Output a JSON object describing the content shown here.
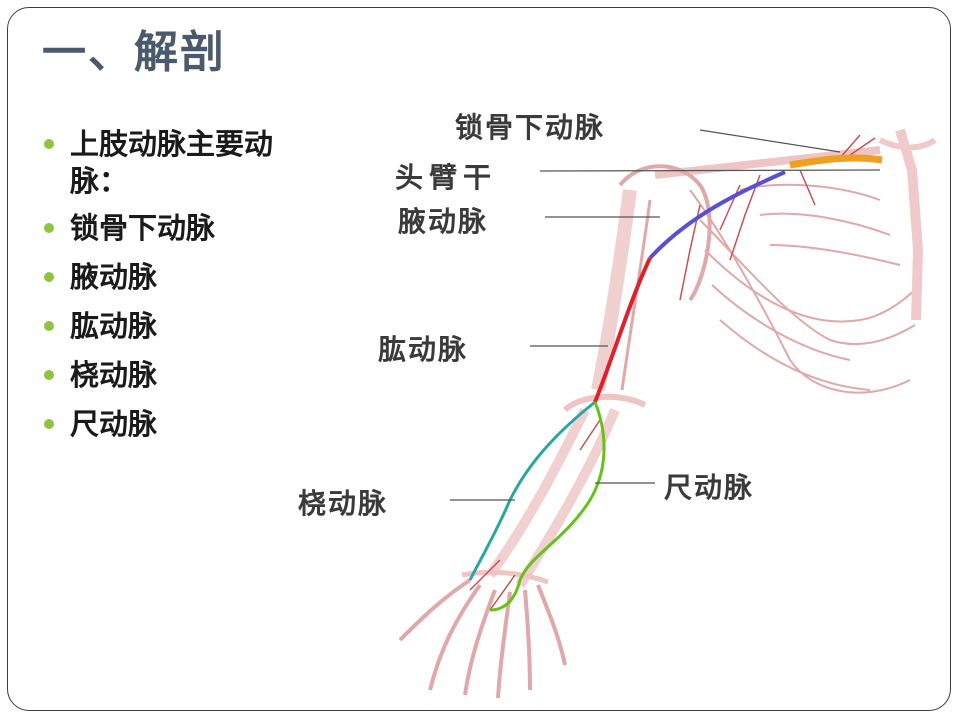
{
  "slide": {
    "title": "一、解剖",
    "bullets": [
      "上肢动脉主要动脉：",
      "锁骨下动脉",
      "腋动脉",
      "肱动脉",
      "桡动脉",
      "尺动脉"
    ]
  },
  "diagram": {
    "labels": {
      "subclavian": "锁骨下动脉",
      "brachiocephalic": "头臂干",
      "axillary": "腋动脉",
      "brachial": "肱动脉",
      "radial": "桡动脉",
      "ulnar": "尺动脉"
    },
    "colors": {
      "subclavian": "#f0a020",
      "axillary": "#5a4fd0",
      "brachial": "#e0202a",
      "radial": "#2aa6a0",
      "ulnar": "#66c21a",
      "bone": "#e8b8b8",
      "small_vessels": "#c85050"
    }
  },
  "theme": {
    "bullet_color": "#8cc63f",
    "title_color": "#4a5a6c"
  }
}
